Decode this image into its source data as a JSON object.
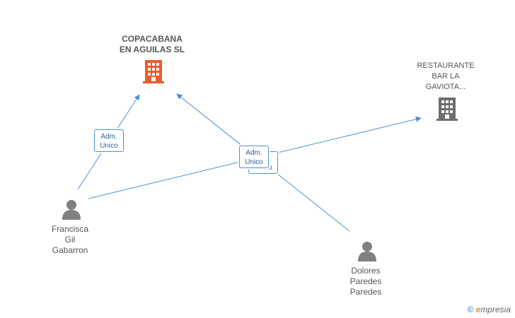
{
  "nodes": {
    "copacabana": {
      "lines": [
        "COPACABANA",
        "EN AGUILAS SL"
      ],
      "color": "#f05a28"
    },
    "gaviota": {
      "lines": [
        "RESTAURANTE",
        "BAR LA",
        "GAVIOTA..."
      ],
      "color": "#6d6d6d"
    },
    "francisca": {
      "lines": [
        "Francisca",
        "Gil",
        "Gabarron"
      ]
    },
    "dolores": {
      "lines": [
        "Dolores",
        "Paredes",
        "Paredes"
      ]
    }
  },
  "roles": {
    "francisca_copacabana": [
      "Adm.",
      "Unico"
    ],
    "dolores_copacabana": [
      "Adm.",
      "Unico"
    ],
    "dolores_copacabana_back": [
      "Adm.",
      "Unico"
    ]
  },
  "footer": {
    "copyright": "©",
    "brand_initial": "e",
    "brand_rest": "mpresia"
  },
  "colors": {
    "edge": "#4a90d9",
    "person": "#808080",
    "text": "#555555"
  }
}
